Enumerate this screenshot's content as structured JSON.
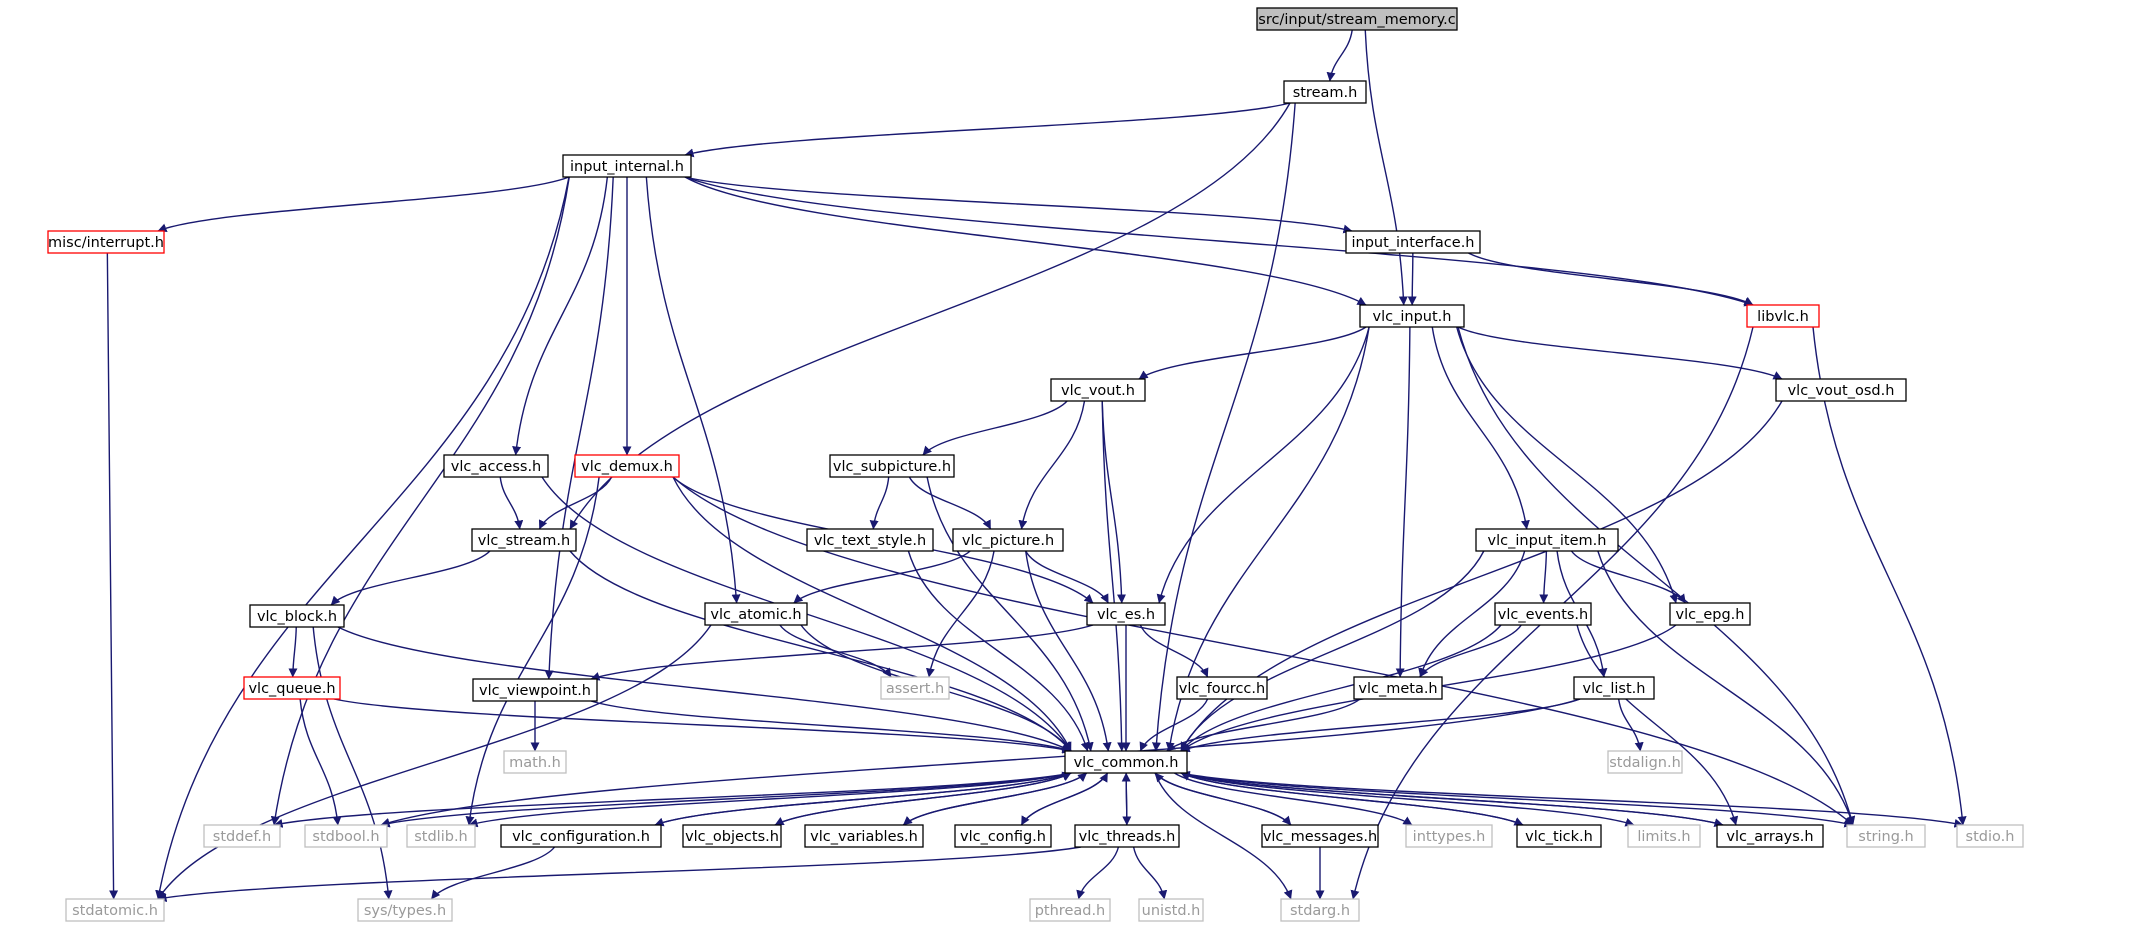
{
  "colors": {
    "edge": "#191970",
    "node_border": "#000000",
    "missing_border": "#bfbfbf",
    "missing_text": "#9a9a9a",
    "truncated_border": "#ff0000",
    "root_fill": "#bfbfbf",
    "node_fill": "#ffffff"
  },
  "nodes": [
    {
      "id": "root",
      "label": "src/input/stream_memory.c",
      "kind": "root"
    },
    {
      "id": "stream_h",
      "label": "stream.h",
      "kind": "normal"
    },
    {
      "id": "input_internal",
      "label": "input_internal.h",
      "kind": "normal"
    },
    {
      "id": "misc_interrupt",
      "label": "misc/interrupt.h",
      "kind": "truncated"
    },
    {
      "id": "input_interface",
      "label": "input_interface.h",
      "kind": "normal"
    },
    {
      "id": "vlc_input",
      "label": "vlc_input.h",
      "kind": "normal"
    },
    {
      "id": "libvlc",
      "label": "libvlc.h",
      "kind": "truncated"
    },
    {
      "id": "vlc_vout",
      "label": "vlc_vout.h",
      "kind": "normal"
    },
    {
      "id": "vlc_vout_osd",
      "label": "vlc_vout_osd.h",
      "kind": "normal"
    },
    {
      "id": "vlc_access",
      "label": "vlc_access.h",
      "kind": "normal"
    },
    {
      "id": "vlc_demux",
      "label": "vlc_demux.h",
      "kind": "truncated"
    },
    {
      "id": "vlc_subpicture",
      "label": "vlc_subpicture.h",
      "kind": "normal"
    },
    {
      "id": "vlc_stream",
      "label": "vlc_stream.h",
      "kind": "normal"
    },
    {
      "id": "vlc_text_style",
      "label": "vlc_text_style.h",
      "kind": "normal"
    },
    {
      "id": "vlc_picture",
      "label": "vlc_picture.h",
      "kind": "normal"
    },
    {
      "id": "vlc_input_item",
      "label": "vlc_input_item.h",
      "kind": "normal"
    },
    {
      "id": "vlc_block",
      "label": "vlc_block.h",
      "kind": "normal"
    },
    {
      "id": "vlc_atomic",
      "label": "vlc_atomic.h",
      "kind": "normal"
    },
    {
      "id": "vlc_es",
      "label": "vlc_es.h",
      "kind": "normal"
    },
    {
      "id": "vlc_events",
      "label": "vlc_events.h",
      "kind": "normal"
    },
    {
      "id": "vlc_epg",
      "label": "vlc_epg.h",
      "kind": "normal"
    },
    {
      "id": "vlc_queue",
      "label": "vlc_queue.h",
      "kind": "truncated"
    },
    {
      "id": "assert_h",
      "label": "assert.h",
      "kind": "missing"
    },
    {
      "id": "vlc_viewpoint",
      "label": "vlc_viewpoint.h",
      "kind": "normal"
    },
    {
      "id": "vlc_fourcc",
      "label": "vlc_fourcc.h",
      "kind": "normal"
    },
    {
      "id": "vlc_meta",
      "label": "vlc_meta.h",
      "kind": "normal"
    },
    {
      "id": "vlc_list",
      "label": "vlc_list.h",
      "kind": "normal"
    },
    {
      "id": "math_h",
      "label": "math.h",
      "kind": "missing"
    },
    {
      "id": "stdalign_h",
      "label": "stdalign.h",
      "kind": "missing"
    },
    {
      "id": "vlc_common",
      "label": "vlc_common.h",
      "kind": "normal"
    },
    {
      "id": "stddef_h",
      "label": "stddef.h",
      "kind": "missing"
    },
    {
      "id": "stdbool_h",
      "label": "stdbool.h",
      "kind": "missing"
    },
    {
      "id": "stdlib_h",
      "label": "stdlib.h",
      "kind": "missing"
    },
    {
      "id": "vlc_configuration",
      "label": "vlc_configuration.h",
      "kind": "normal"
    },
    {
      "id": "vlc_objects",
      "label": "vlc_objects.h",
      "kind": "normal"
    },
    {
      "id": "vlc_variables",
      "label": "vlc_variables.h",
      "kind": "normal"
    },
    {
      "id": "vlc_config",
      "label": "vlc_config.h",
      "kind": "normal"
    },
    {
      "id": "vlc_threads",
      "label": "vlc_threads.h",
      "kind": "normal"
    },
    {
      "id": "vlc_messages",
      "label": "vlc_messages.h",
      "kind": "normal"
    },
    {
      "id": "inttypes_h",
      "label": "inttypes.h",
      "kind": "missing"
    },
    {
      "id": "vlc_tick",
      "label": "vlc_tick.h",
      "kind": "normal"
    },
    {
      "id": "limits_h",
      "label": "limits.h",
      "kind": "missing"
    },
    {
      "id": "vlc_arrays",
      "label": "vlc_arrays.h",
      "kind": "normal"
    },
    {
      "id": "string_h",
      "label": "string.h",
      "kind": "missing"
    },
    {
      "id": "stdio_h",
      "label": "stdio.h",
      "kind": "missing"
    },
    {
      "id": "stdatomic_h",
      "label": "stdatomic.h",
      "kind": "missing"
    },
    {
      "id": "sys_types",
      "label": "sys/types.h",
      "kind": "missing"
    },
    {
      "id": "pthread_h",
      "label": "pthread.h",
      "kind": "missing"
    },
    {
      "id": "unistd_h",
      "label": "unistd.h",
      "kind": "missing"
    },
    {
      "id": "stdarg_h",
      "label": "stdarg.h",
      "kind": "missing"
    }
  ],
  "edges": [
    [
      "root",
      "stream_h"
    ],
    [
      "root",
      "vlc_input"
    ],
    [
      "stream_h",
      "input_internal"
    ],
    [
      "stream_h",
      "vlc_stream"
    ],
    [
      "stream_h",
      "vlc_common"
    ],
    [
      "input_internal",
      "misc_interrupt"
    ],
    [
      "input_internal",
      "input_interface"
    ],
    [
      "input_internal",
      "vlc_input"
    ],
    [
      "input_internal",
      "libvlc"
    ],
    [
      "input_internal",
      "vlc_access"
    ],
    [
      "input_internal",
      "vlc_demux"
    ],
    [
      "input_internal",
      "vlc_atomic"
    ],
    [
      "input_internal",
      "vlc_viewpoint"
    ],
    [
      "input_internal",
      "stddef_h"
    ],
    [
      "input_internal",
      "stdatomic_h"
    ],
    [
      "misc_interrupt",
      "stdatomic_h"
    ],
    [
      "input_interface",
      "vlc_input"
    ],
    [
      "input_interface",
      "libvlc"
    ],
    [
      "libvlc",
      "stdio_h"
    ],
    [
      "libvlc",
      "stdarg_h"
    ],
    [
      "vlc_input",
      "vlc_vout"
    ],
    [
      "vlc_input",
      "vlc_vout_osd"
    ],
    [
      "vlc_input",
      "vlc_input_item"
    ],
    [
      "vlc_input",
      "vlc_es"
    ],
    [
      "vlc_input",
      "vlc_epg"
    ],
    [
      "vlc_input",
      "vlc_meta"
    ],
    [
      "vlc_input",
      "vlc_common"
    ],
    [
      "vlc_input",
      "string_h"
    ],
    [
      "vlc_vout",
      "vlc_subpicture"
    ],
    [
      "vlc_vout",
      "vlc_picture"
    ],
    [
      "vlc_vout",
      "vlc_es"
    ],
    [
      "vlc_vout",
      "vlc_common"
    ],
    [
      "vlc_vout_osd",
      "vlc_common"
    ],
    [
      "vlc_access",
      "vlc_stream"
    ],
    [
      "vlc_access",
      "vlc_common"
    ],
    [
      "vlc_demux",
      "vlc_stream"
    ],
    [
      "vlc_demux",
      "vlc_es"
    ],
    [
      "vlc_demux",
      "stdlib_h"
    ],
    [
      "vlc_demux",
      "vlc_common"
    ],
    [
      "vlc_demux",
      "string_h"
    ],
    [
      "vlc_subpicture",
      "vlc_text_style"
    ],
    [
      "vlc_subpicture",
      "vlc_picture"
    ],
    [
      "vlc_subpicture",
      "vlc_common"
    ],
    [
      "vlc_text_style",
      "vlc_common"
    ],
    [
      "vlc_picture",
      "vlc_atomic"
    ],
    [
      "vlc_picture",
      "vlc_es"
    ],
    [
      "vlc_picture",
      "assert_h"
    ],
    [
      "vlc_picture",
      "vlc_common"
    ],
    [
      "vlc_stream",
      "vlc_block"
    ],
    [
      "vlc_stream",
      "vlc_common"
    ],
    [
      "vlc_input_item",
      "vlc_events"
    ],
    [
      "vlc_input_item",
      "vlc_epg"
    ],
    [
      "vlc_input_item",
      "vlc_list"
    ],
    [
      "vlc_input_item",
      "vlc_meta"
    ],
    [
      "vlc_input_item",
      "vlc_common"
    ],
    [
      "vlc_input_item",
      "string_h"
    ],
    [
      "vlc_block",
      "vlc_queue"
    ],
    [
      "vlc_block",
      "sys_types"
    ],
    [
      "vlc_block",
      "vlc_common"
    ],
    [
      "vlc_atomic",
      "assert_h"
    ],
    [
      "vlc_atomic",
      "stdatomic_h"
    ],
    [
      "vlc_atomic",
      "vlc_common"
    ],
    [
      "vlc_es",
      "vlc_fourcc"
    ],
    [
      "vlc_es",
      "vlc_viewpoint"
    ],
    [
      "vlc_es",
      "vlc_common"
    ],
    [
      "vlc_events",
      "vlc_meta"
    ],
    [
      "vlc_events",
      "vlc_arrays"
    ],
    [
      "vlc_events",
      "vlc_common"
    ],
    [
      "vlc_epg",
      "vlc_common"
    ],
    [
      "vlc_queue",
      "stdbool_h"
    ],
    [
      "vlc_queue",
      "vlc_common"
    ],
    [
      "vlc_viewpoint",
      "math_h"
    ],
    [
      "vlc_viewpoint",
      "vlc_common"
    ],
    [
      "vlc_fourcc",
      "vlc_common"
    ],
    [
      "vlc_meta",
      "vlc_common"
    ],
    [
      "vlc_list",
      "stdalign_h"
    ],
    [
      "vlc_list",
      "stdbool_h"
    ],
    [
      "vlc_list",
      "vlc_common"
    ],
    [
      "vlc_common",
      "stddef_h"
    ],
    [
      "vlc_common",
      "stdbool_h"
    ],
    [
      "vlc_common",
      "stdlib_h"
    ],
    [
      "vlc_common",
      "vlc_configuration"
    ],
    [
      "vlc_common",
      "vlc_objects"
    ],
    [
      "vlc_common",
      "vlc_variables"
    ],
    [
      "vlc_common",
      "vlc_config"
    ],
    [
      "vlc_common",
      "vlc_threads"
    ],
    [
      "vlc_common",
      "vlc_messages"
    ],
    [
      "vlc_common",
      "inttypes_h"
    ],
    [
      "vlc_common",
      "vlc_tick"
    ],
    [
      "vlc_common",
      "limits_h"
    ],
    [
      "vlc_common",
      "vlc_arrays"
    ],
    [
      "vlc_common",
      "string_h"
    ],
    [
      "vlc_common",
      "stdio_h"
    ],
    [
      "vlc_common",
      "stdarg_h"
    ],
    [
      "vlc_configuration",
      "vlc_common"
    ],
    [
      "vlc_configuration",
      "sys_types"
    ],
    [
      "vlc_objects",
      "vlc_common"
    ],
    [
      "vlc_variables",
      "vlc_common"
    ],
    [
      "vlc_config",
      "vlc_common"
    ],
    [
      "vlc_threads",
      "vlc_common"
    ],
    [
      "vlc_threads",
      "pthread_h"
    ],
    [
      "vlc_threads",
      "unistd_h"
    ],
    [
      "vlc_threads",
      "stdatomic_h"
    ],
    [
      "vlc_messages",
      "vlc_common"
    ],
    [
      "vlc_messages",
      "stdarg_h"
    ],
    [
      "vlc_tick",
      "vlc_common"
    ],
    [
      "vlc_arrays",
      "vlc_common"
    ]
  ]
}
